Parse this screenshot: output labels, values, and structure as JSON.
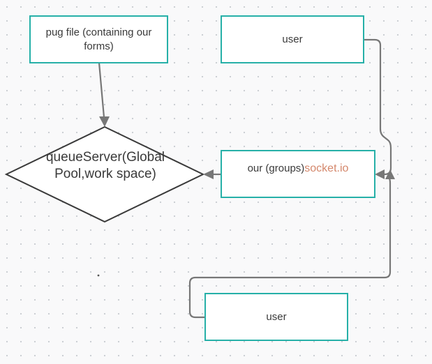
{
  "diagram": {
    "nodes": {
      "pug_file": {
        "label": "pug file (containing our forms)"
      },
      "user_top": {
        "label": "user"
      },
      "socket": {
        "label_prefix": "our (groups)",
        "label_highlight": "socket.io"
      },
      "user_bottom": {
        "label": "user"
      },
      "queue_server": {
        "label": "queueServer(Global Pool,work space)"
      }
    },
    "edges": [
      {
        "from": "pug_file",
        "to": "queue_server"
      },
      {
        "from": "socket",
        "to": "queue_server"
      },
      {
        "from": "user_top",
        "to": "socket"
      },
      {
        "from": "user_bottom",
        "to": "socket"
      }
    ],
    "colors": {
      "box_border": "#26b0a8",
      "connector": "#777777",
      "highlight_text": "#d4876b",
      "diamond_border": "#3a3a3a"
    }
  }
}
